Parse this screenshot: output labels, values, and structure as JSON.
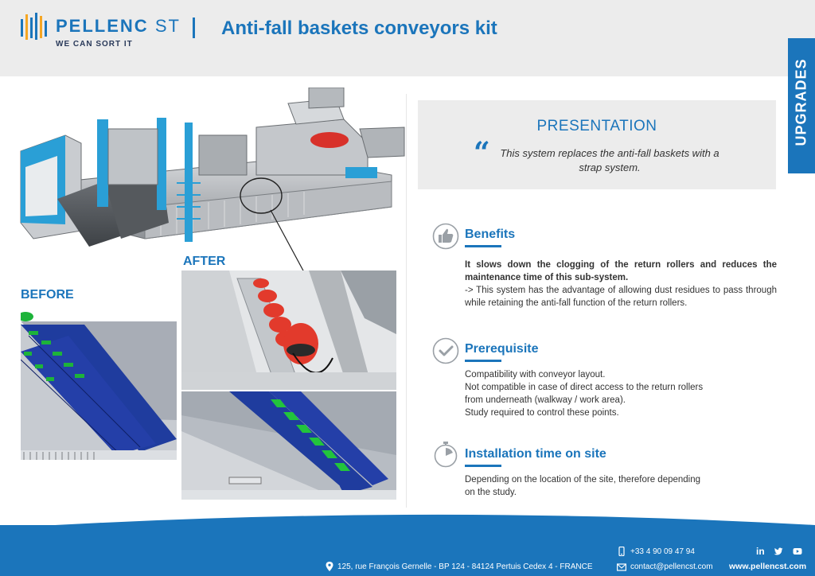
{
  "header": {
    "brand_bold": "PELLENC",
    "brand_thin": "ST",
    "tagline": "WE CAN SORT IT",
    "title": "Anti-fall baskets conveyors kit"
  },
  "side_tab": {
    "label": "UPGRADES"
  },
  "images": {
    "after_label": "AFTER",
    "before_label": "BEFORE"
  },
  "presentation": {
    "title": "PRESENTATION",
    "text": "This system replaces the anti-fall baskets with a strap system."
  },
  "benefits": {
    "title": "Benefits",
    "bold_text": "It slows down the clogging of the return rollers and reduces the maintenance time of this sub-system.",
    "text": "-> This system has the advantage of allowing dust residues to pass through while retaining the anti-fall function of the return rollers.",
    "icon": "thumbs-up-icon"
  },
  "prerequisite": {
    "title": "Prerequisite",
    "lines": [
      "Compatibility with conveyor layout.",
      "Not compatible in case of direct access to the return rollers",
      "from underneath (walkway / work area).",
      "Study required to control these points."
    ],
    "icon": "check-icon"
  },
  "installation": {
    "title": "Installation time on site",
    "lines": [
      "Depending on the location of the site, therefore depending",
      "on the study."
    ],
    "icon": "stopwatch-icon"
  },
  "footer": {
    "address": "125, rue François Gernelle - BP 124 - 84124 Pertuis Cedex 4 - FRANCE",
    "phone": "+33 4 90 09 47 94",
    "email": "contact@pellencst.com",
    "website": "www.pellencst.com"
  },
  "colors": {
    "brand_blue": "#1b75bb",
    "panel_grey": "#ececec"
  }
}
